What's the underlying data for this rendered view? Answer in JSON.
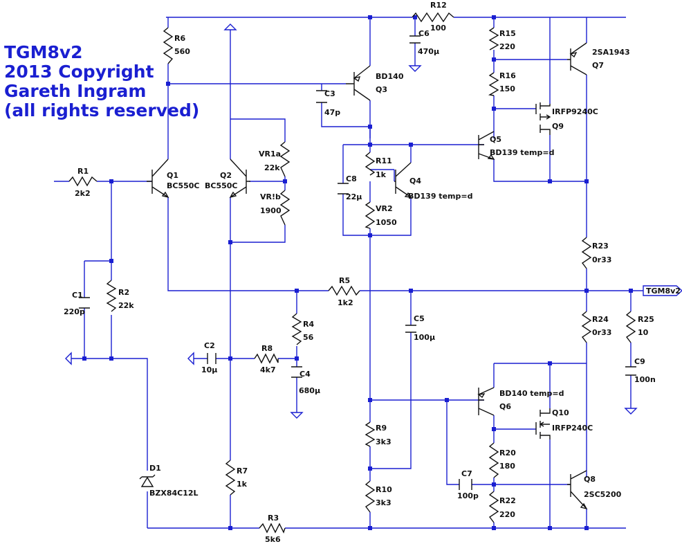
{
  "header": {
    "line1": "TGM8v2",
    "line2": "2013 Copyright",
    "line3": "Gareth Ingram",
    "line4": "(all rights reserved)"
  },
  "output_label": "TGM8v2",
  "parts": {
    "R1": {
      "ref": "R1",
      "value": "2k2"
    },
    "R2": {
      "ref": "R2",
      "value": "22k"
    },
    "R3": {
      "ref": "R3",
      "value": "5k6"
    },
    "R4": {
      "ref": "R4",
      "value": "56"
    },
    "R5": {
      "ref": "R5",
      "value": "1k2"
    },
    "R6": {
      "ref": "R6",
      "value": "560"
    },
    "R7": {
      "ref": "R7",
      "value": "1k"
    },
    "R8": {
      "ref": "R8",
      "value": "4k7"
    },
    "R9": {
      "ref": "R9",
      "value": "3k3"
    },
    "R10": {
      "ref": "R10",
      "value": "3k3"
    },
    "R11": {
      "ref": "R11",
      "value": "1k"
    },
    "R12": {
      "ref": "R12",
      "value": "100"
    },
    "R15": {
      "ref": "R15",
      "value": "220"
    },
    "R16": {
      "ref": "R16",
      "value": "150"
    },
    "R20": {
      "ref": "R20",
      "value": "180"
    },
    "R22": {
      "ref": "R22",
      "value": "220"
    },
    "R23": {
      "ref": "R23",
      "value": "0r33"
    },
    "R24": {
      "ref": "R24",
      "value": "0r33"
    },
    "R25": {
      "ref": "R25",
      "value": "10"
    },
    "VR1a": {
      "ref": "VR1a",
      "value": "22k"
    },
    "VR1b": {
      "ref": "VR!b",
      "value": "1900"
    },
    "VR2": {
      "ref": "VR2",
      "value": "1050"
    },
    "C1": {
      "ref": "C1",
      "value": "220p"
    },
    "C2": {
      "ref": "C2",
      "value": "10µ"
    },
    "C3": {
      "ref": "C3",
      "value": "47p"
    },
    "C4": {
      "ref": "C4",
      "value": "680µ"
    },
    "C5": {
      "ref": "C5",
      "value": "100µ"
    },
    "C6": {
      "ref": "C6",
      "value": "470µ"
    },
    "C7": {
      "ref": "C7",
      "value": "100p"
    },
    "C8": {
      "ref": "C8",
      "value": "22µ"
    },
    "C9": {
      "ref": "C9",
      "value": "100n"
    },
    "D1": {
      "ref": "D1",
      "value": "BZX84C12L"
    },
    "Q1": {
      "ref": "Q1",
      "value": "BC550C"
    },
    "Q2": {
      "ref": "Q2",
      "value": "BC550C"
    },
    "Q3": {
      "ref": "Q3",
      "value": "BD140"
    },
    "Q4": {
      "ref": "Q4",
      "value": "BD139 temp=d"
    },
    "Q5": {
      "ref": "Q5",
      "value": "BD139 temp=d"
    },
    "Q6": {
      "ref": "Q6",
      "value": "BD140 temp=d"
    },
    "Q7": {
      "ref": "Q7",
      "value": "2SA1943"
    },
    "Q8": {
      "ref": "Q8",
      "value": "2SC5200"
    },
    "Q9": {
      "ref": "Q9",
      "value": "IRFP9240C"
    },
    "Q10": {
      "ref": "Q10",
      "value": "IRFP240C"
    }
  }
}
